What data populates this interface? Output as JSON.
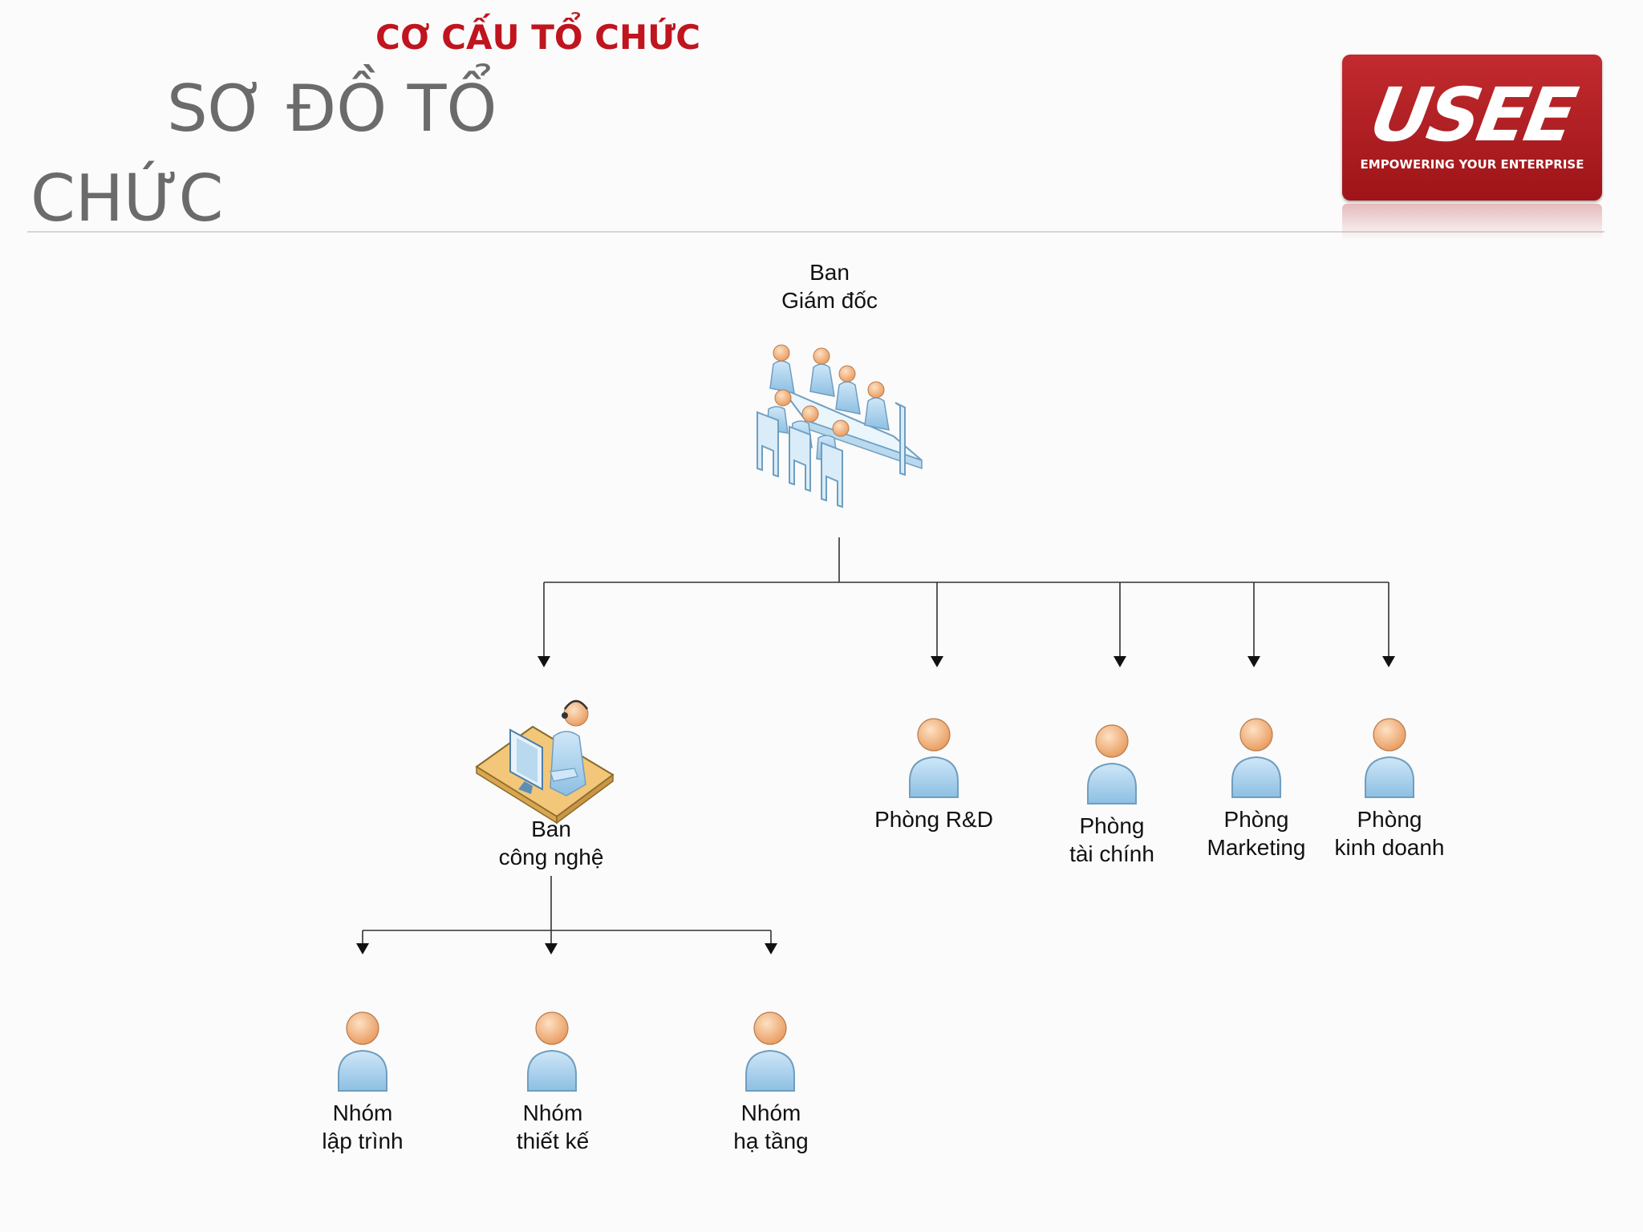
{
  "header": {
    "section_title": "CƠ CẤU TỔ CHỨC",
    "title_line1": "SƠ ĐỒ TỔ",
    "title_line2": "CHỨC"
  },
  "logo": {
    "wordmark": "USEE",
    "tagline": "EMPOWERING YOUR ENTERPRISE",
    "color": "#b01c22"
  },
  "org_chart": {
    "root": {
      "label_line1": "Ban",
      "label_line2": "Giám đốc",
      "icon": "meeting-table-icon"
    },
    "departments": [
      {
        "label_line1": "Ban",
        "label_line2": "công nghệ",
        "icon": "desk-workstation-icon"
      },
      {
        "label_line1": "Phòng R&D",
        "label_line2": "",
        "icon": "person-icon"
      },
      {
        "label_line1": "Phòng",
        "label_line2": "tài chính",
        "icon": "person-icon"
      },
      {
        "label_line1": "Phòng",
        "label_line2": "Marketing",
        "icon": "person-icon"
      },
      {
        "label_line1": "Phòng",
        "label_line2": "kinh doanh",
        "icon": "person-icon"
      }
    ],
    "tech_teams": [
      {
        "label_line1": "Nhóm",
        "label_line2": "lập trình",
        "icon": "person-icon"
      },
      {
        "label_line1": "Nhóm",
        "label_line2": "thiết kế",
        "icon": "person-icon"
      },
      {
        "label_line1": "Nhóm",
        "label_line2": "hạ tầng",
        "icon": "person-icon"
      }
    ],
    "colors": {
      "connector": "#333333",
      "person_body": "#a9d1ee",
      "person_head": "#f2b27c"
    }
  }
}
